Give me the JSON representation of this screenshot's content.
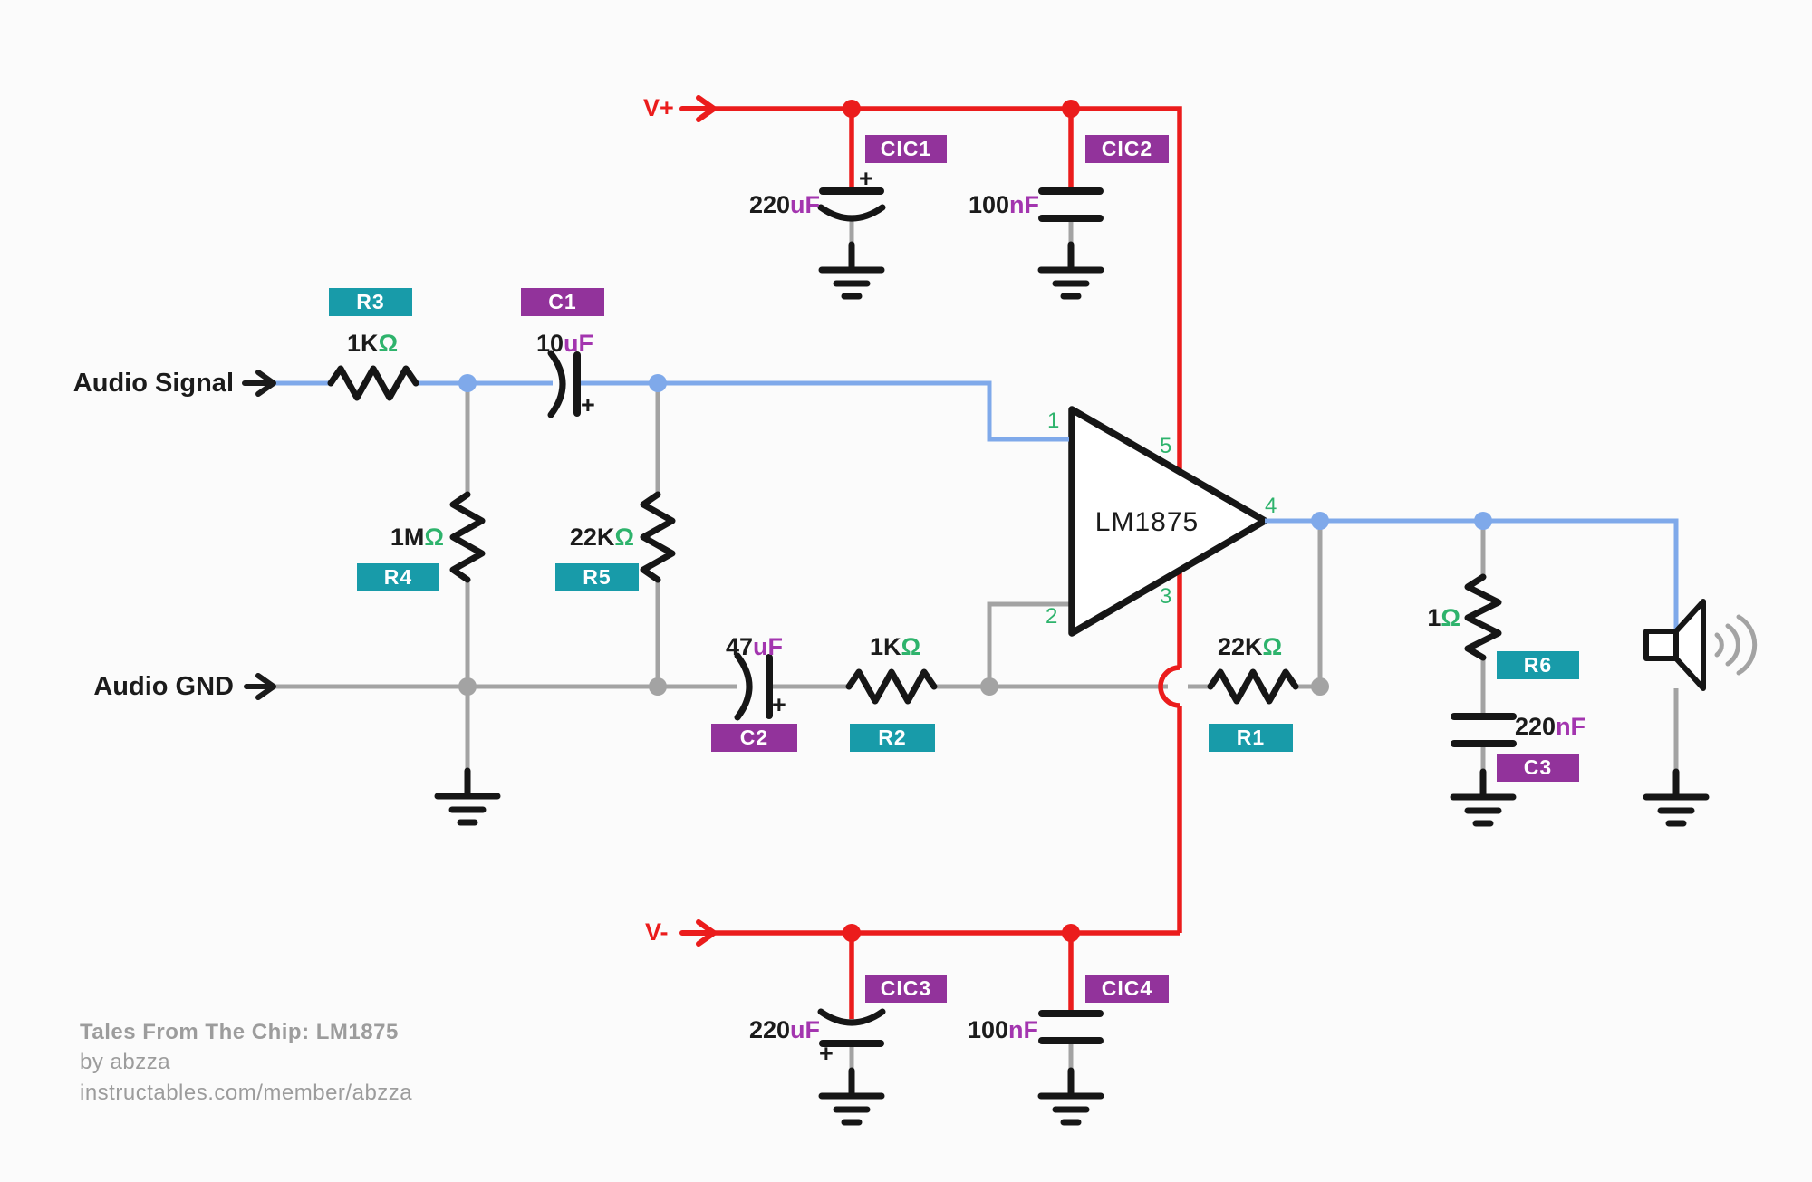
{
  "colors": {
    "background": "#FBFBFB",
    "wire_blue": "#7FA9EA",
    "wire_gray": "#A3A3A3",
    "wire_red": "#EB1C1C",
    "component_black": "#161616",
    "label_teal": "#189BA9",
    "label_purple": "#92339B",
    "unit_green": "#2EB36C",
    "unit_magenta": "#A335AF",
    "credit_gray": "#9C9C9C"
  },
  "inputs": {
    "signal_label": "Audio Signal",
    "gnd_label": "Audio GND"
  },
  "rails": {
    "positive": "V+",
    "negative": "V-"
  },
  "ic": {
    "name": "LM1875",
    "pin1": "1",
    "pin2": "2",
    "pin3": "3",
    "pin4": "4",
    "pin5": "5"
  },
  "symbols": {
    "plus": "+"
  },
  "components": {
    "r1": {
      "ref": "R1",
      "value": "22K",
      "unit": "Ω"
    },
    "r2": {
      "ref": "R2",
      "value": "1K",
      "unit": "Ω"
    },
    "r3": {
      "ref": "R3",
      "value": "1K",
      "unit": "Ω"
    },
    "r4": {
      "ref": "R4",
      "value": "1M",
      "unit": "Ω"
    },
    "r5": {
      "ref": "R5",
      "value": "22K",
      "unit": "Ω"
    },
    "r6": {
      "ref": "R6",
      "value": "1",
      "unit": "Ω"
    },
    "c1": {
      "ref": "C1",
      "value": "10",
      "unit": "uF"
    },
    "c2": {
      "ref": "C2",
      "value": "47",
      "unit": "uF"
    },
    "c3": {
      "ref": "C3",
      "value": "220",
      "unit": "nF"
    },
    "cic1": {
      "ref": "CIC1",
      "value": "220",
      "unit": "uF"
    },
    "cic2": {
      "ref": "CIC2",
      "value": "100",
      "unit": "nF"
    },
    "cic3": {
      "ref": "CIC3",
      "value": "220",
      "unit": "uF"
    },
    "cic4": {
      "ref": "CIC4",
      "value": "100",
      "unit": "nF"
    }
  },
  "credit": {
    "line1": "Tales From The Chip: LM1875",
    "line2": "by abzza",
    "line3": "instructables.com/member/abzza"
  }
}
